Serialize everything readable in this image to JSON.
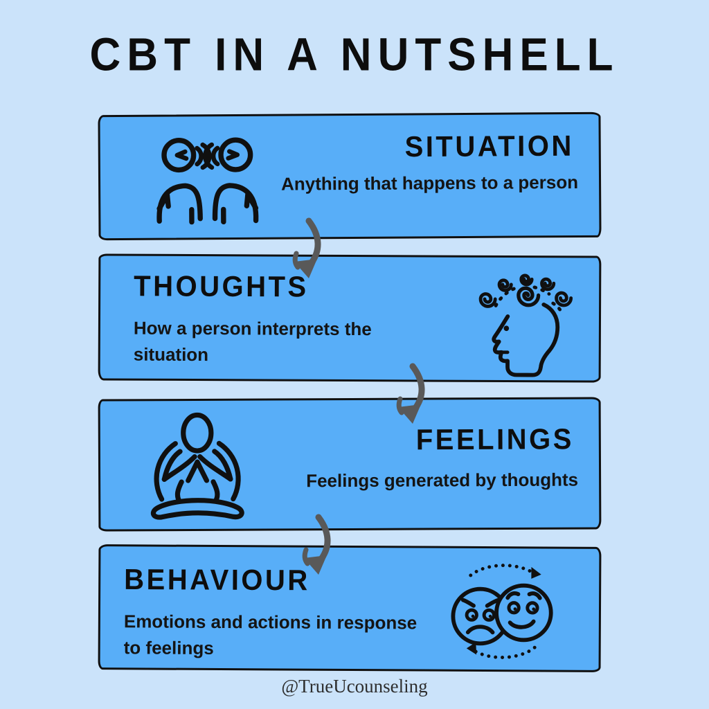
{
  "title": "CBT IN A NUTSHELL",
  "footer": "@TrueUcounseling",
  "colors": {
    "background": "#cbe3fa",
    "box_fill": "#58aef8",
    "outline": "#101010",
    "arrow": "#595959",
    "text": "#141414"
  },
  "flow": {
    "arrow_icon": "curved-down-arrow-icon",
    "arrow_count": 3
  },
  "boxes": [
    {
      "id": "situation",
      "heading": "SITUATION",
      "description": "Anything that happens to a person",
      "icon": "people-talking-icon",
      "icon_side": "left",
      "text_side": "right"
    },
    {
      "id": "thoughts",
      "heading": "THOUGHTS",
      "description": "How a person interprets the situation",
      "icon": "thinking-head-icon",
      "icon_side": "right",
      "text_side": "left"
    },
    {
      "id": "feelings",
      "heading": "FEELINGS",
      "description": "Feelings generated by thoughts",
      "icon": "meditation-icon",
      "icon_side": "left",
      "text_side": "right"
    },
    {
      "id": "behaviour",
      "heading": "BEHAVIOUR",
      "description": "Emotions and actions in response to feelings",
      "icon": "mood-faces-icon",
      "icon_side": "right",
      "text_side": "left"
    }
  ]
}
